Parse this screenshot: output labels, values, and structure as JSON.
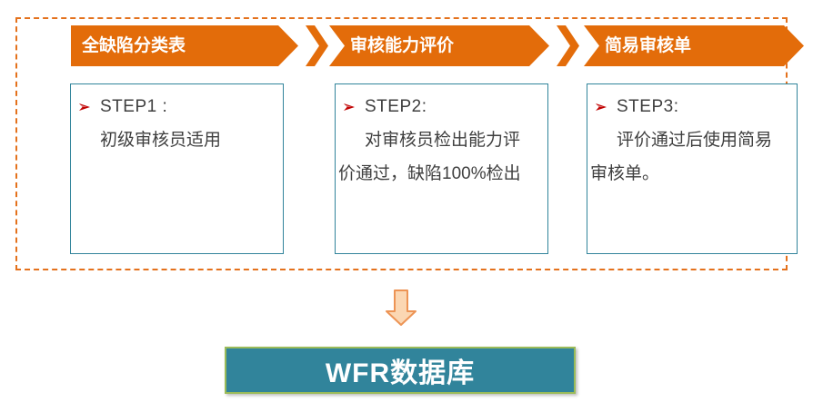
{
  "colors": {
    "arrow_orange": "#E36C0A",
    "dashed_border": "#E4711C",
    "note_border": "#31849B",
    "text_dark": "#3F3F3F",
    "bullet_red": "#C00000",
    "result_fill": "#31849B",
    "result_border": "#9BBB59",
    "down_arrow_fill": "#FBD7B3",
    "down_arrow_stroke": "#ED9455"
  },
  "flow": {
    "steps": [
      {
        "title": "全缺陷分类表",
        "step_label": "STEP1 :",
        "body": "初级审核员适用"
      },
      {
        "title": "审核能力评价",
        "step_label": "STEP2:",
        "body": "对审核员检出能力评\n价通过，缺陷100%检出"
      },
      {
        "title": "简易审核单",
        "step_label": "STEP3:",
        "body": "评价通过后使用简易\n审核单。"
      }
    ],
    "result_label": "WFR数据库"
  }
}
